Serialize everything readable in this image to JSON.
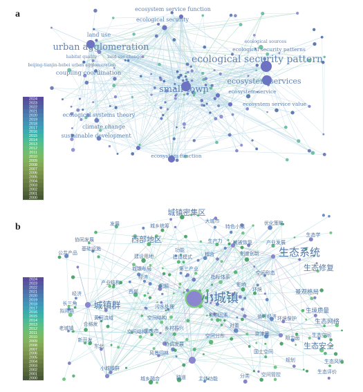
{
  "panels": [
    {
      "label": "a",
      "colors": {
        "edge": "#b9d9e8",
        "node": "#5f73b8",
        "text": "#5f82b3",
        "hub": "#6d72c2"
      },
      "keywords": [
        {
          "text": "ecosystem service function",
          "size": 8
        },
        {
          "text": "ecological security",
          "size": 8
        },
        {
          "text": "land use",
          "size": 8
        },
        {
          "text": "urban agglomeration",
          "size": 13
        },
        {
          "text": "habitat quality",
          "size": 6
        },
        {
          "text": "land use change",
          "size": 6
        },
        {
          "text": "beijing-tianjin-hebei urban agglomeration",
          "size": 6
        },
        {
          "text": "coupling coordination",
          "size": 8.5
        },
        {
          "text": "ecological sources",
          "size": 6.5
        },
        {
          "text": "ecological security patterns",
          "size": 7.5
        },
        {
          "text": "ecological security pattern",
          "size": 14
        },
        {
          "text": "small town",
          "size": 13
        },
        {
          "text": "ecosystem services",
          "size": 11
        },
        {
          "text": "ecosystem service",
          "size": 7.5
        },
        {
          "text": "ecosystem service value",
          "size": 7.5
        },
        {
          "text": "ecological systems theory",
          "size": 8
        },
        {
          "text": "climate change",
          "size": 8
        },
        {
          "text": "sustainable development",
          "size": 8
        },
        {
          "text": "ecosystem function",
          "size": 7.5
        }
      ]
    },
    {
      "label": "b",
      "colors": {
        "edge": "#a7d8df",
        "node": "#4bb06a",
        "text": "#5277a8",
        "hub": "#8a86cf"
      },
      "keywords": [
        {
          "text": "城镇密集区",
          "size": 11
        },
        {
          "text": "发展",
          "size": 7
        },
        {
          "text": "城乡统筹",
          "size": 7
        },
        {
          "text": "大城市",
          "size": 7
        },
        {
          "text": "特色小镇",
          "size": 7
        },
        {
          "text": "优化策略",
          "size": 7
        },
        {
          "text": "生态学",
          "size": 7
        },
        {
          "text": "协同发展",
          "size": 7
        },
        {
          "text": "基础设施",
          "size": 7
        },
        {
          "text": "西部地区",
          "size": 11
        },
        {
          "text": "功能",
          "size": 7
        },
        {
          "text": "生产力",
          "size": 7
        },
        {
          "text": "植被恢复",
          "size": 7
        },
        {
          "text": "产业发展",
          "size": 7
        },
        {
          "text": "建设用地",
          "size": 7
        },
        {
          "text": "建设模式",
          "size": 7
        },
        {
          "text": "耦合",
          "size": 7
        },
        {
          "text": "制度创新",
          "size": 7
        },
        {
          "text": "生态系统",
          "size": 15
        },
        {
          "text": "公共产品",
          "size": 7
        },
        {
          "text": "城镇布局",
          "size": 7
        },
        {
          "text": "第三产业",
          "size": 7
        },
        {
          "text": "生态修复",
          "size": 11
        },
        {
          "text": "经济",
          "size": 7
        },
        {
          "text": "指标体系",
          "size": 7
        },
        {
          "text": "空间形态",
          "size": 7
        },
        {
          "text": "产业结构",
          "size": 7
        },
        {
          "text": "问题",
          "size": 7
        },
        {
          "text": "影响",
          "size": 7
        },
        {
          "text": "景观格局",
          "size": 8.5
        },
        {
          "text": "经济",
          "size": 7
        },
        {
          "text": "长三角",
          "size": 7
        },
        {
          "text": "城镇群",
          "size": 13
        },
        {
          "text": "西部",
          "size": 7
        },
        {
          "text": "污水处理",
          "size": 7
        },
        {
          "text": "小城镇",
          "size": 18
        },
        {
          "text": "环境",
          "size": 7
        },
        {
          "text": "生境质量",
          "size": 8.5
        },
        {
          "text": "拟用县",
          "size": 7
        },
        {
          "text": "黄河流域",
          "size": 7
        },
        {
          "text": "空间结构",
          "size": 7
        },
        {
          "text": "影响因素",
          "size": 7
        },
        {
          "text": "循环经济",
          "size": 7
        },
        {
          "text": "环境保护",
          "size": 7
        },
        {
          "text": "生态网络",
          "size": 9
        },
        {
          "text": "老城镇",
          "size": 7
        },
        {
          "text": "合格发",
          "size": 7
        },
        {
          "text": "乡村振兴",
          "size": 7
        },
        {
          "text": "对策",
          "size": 7
        },
        {
          "text": "空间结构",
          "size": 7
        },
        {
          "text": "重庆市",
          "size": 7
        },
        {
          "text": "空间分布",
          "size": 7
        },
        {
          "text": "京津冀",
          "size": 7
        },
        {
          "text": "阻力面",
          "size": 7
        },
        {
          "text": "生态空间",
          "size": 7
        },
        {
          "text": "新开发",
          "size": 7
        },
        {
          "text": "东北",
          "size": 7
        },
        {
          "text": "协调发展",
          "size": 7
        },
        {
          "text": "生态安全",
          "size": 11
        },
        {
          "text": "风景园林",
          "size": 7
        },
        {
          "text": "国土空间",
          "size": 7
        },
        {
          "text": "生态风险",
          "size": 7
        },
        {
          "text": "规划",
          "size": 7
        },
        {
          "text": "小城镇群",
          "size": 7
        },
        {
          "text": "城乡融合",
          "size": 7
        },
        {
          "text": "路道",
          "size": 7
        },
        {
          "text": "主体功能",
          "size": 7
        },
        {
          "text": "分类",
          "size": 7
        },
        {
          "text": "空间管控",
          "size": 7
        },
        {
          "text": "生态评价",
          "size": 7
        }
      ]
    }
  ],
  "years": [
    "2024",
    "2023",
    "2022",
    "2021",
    "2020",
    "2019",
    "2018",
    "2017",
    "2016",
    "2015",
    "2014",
    "2013",
    "2012",
    "2011",
    "2010",
    "2009",
    "2008",
    "2007",
    "2006",
    "2005",
    "2004",
    "2003",
    "2002",
    "2001",
    "2000"
  ],
  "year_colors": [
    "#5a4a9e",
    "#56569f",
    "#5162a3",
    "#4c70a9",
    "#4a7cb0",
    "#4588b4",
    "#4095b6",
    "#3ca0b4",
    "#3cabae",
    "#40b4a4",
    "#4aba98",
    "#58bd89",
    "#65be7b",
    "#71bd6f",
    "#7bb965",
    "#81b25d",
    "#83a958",
    "#809f52",
    "#7a944d",
    "#738a48",
    "#6b7f44",
    "#627540",
    "#596b3c",
    "#50613a",
    "#465735"
  ]
}
